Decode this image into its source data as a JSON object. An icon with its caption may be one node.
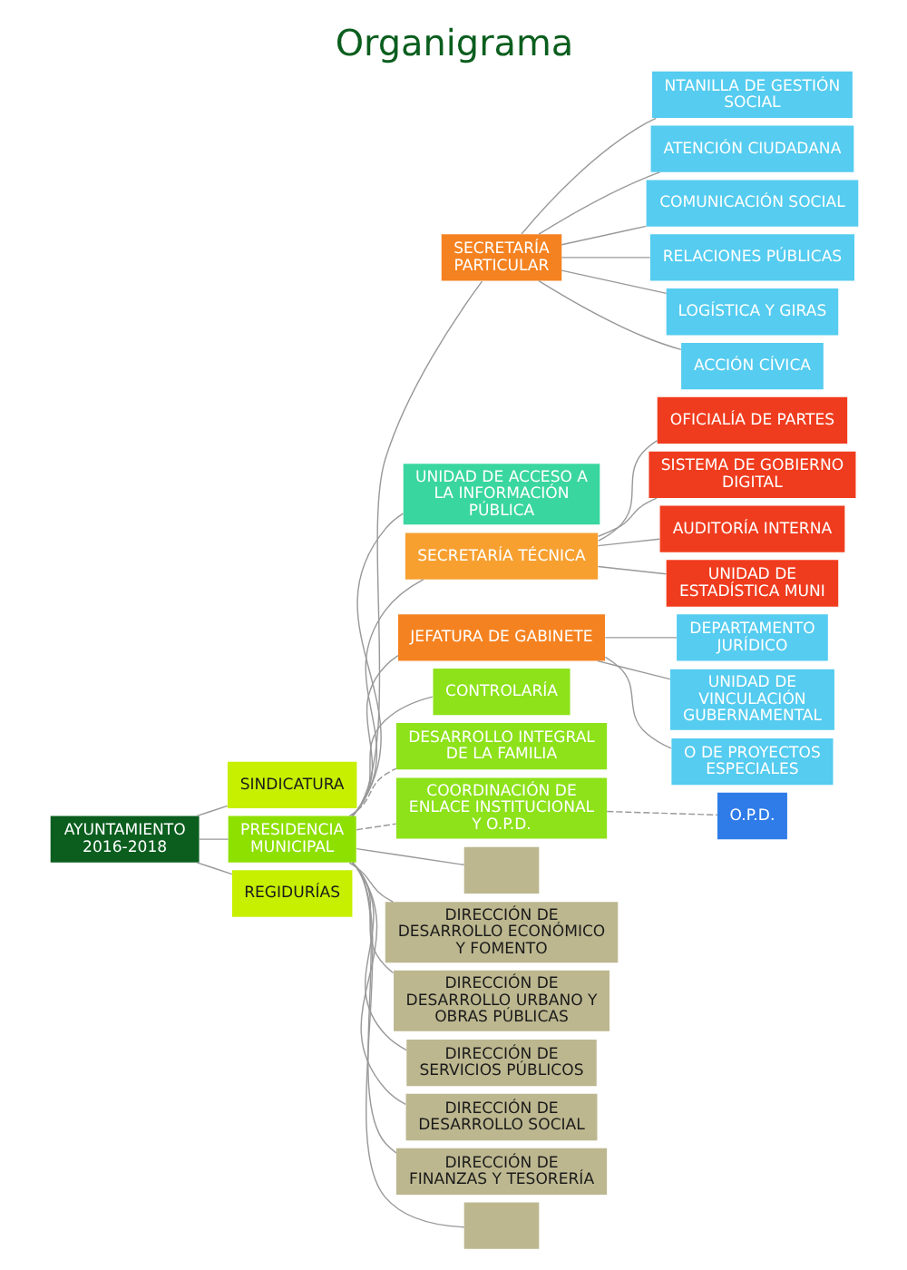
{
  "diagram": {
    "title": "Organigrama",
    "nodes": [
      {
        "text": [
          "AYUNTAMIENTO 2016-2018"
        ]
      },
      {
        "text": [
          "SINDICATURA"
        ]
      },
      {
        "text": [
          "PRESIDENCIA MUNICIPAL"
        ]
      },
      {
        "text": [
          "REGIDURÍAS"
        ]
      },
      {
        "text": [
          "NTANILLA DE GESTIÓN SOCIAL"
        ]
      },
      {
        "text": [
          "ATENCIÓN CIUDADANA"
        ]
      },
      {
        "text": [
          "COMUNICACIÓN SOCIAL"
        ]
      },
      {
        "text": [
          "RELACIONES PÚBLICAS"
        ]
      },
      {
        "text": [
          "LOGÍSTICA Y GIRAS"
        ]
      },
      {
        "text": [
          "ACCIÓN CÍVICA"
        ]
      },
      {
        "text": [
          "SECRETARÍA PARTICULAR"
        ]
      },
      {
        "text": [
          "UNIDAD DE ACCESO A LA INFORMACIÓN PÚBLICA"
        ]
      },
      {
        "text": [
          "SECRETARÍA TÉCNICA"
        ]
      },
      {
        "text": [
          "OFICIALÍA DE PARTES"
        ]
      },
      {
        "text": [
          "SISTEMA DE GOBIERNO DIGITAL"
        ]
      },
      {
        "text": [
          "AUDITORÍA INTERNA"
        ]
      },
      {
        "text": [
          "UNIDAD DE ESTADÍSTICA MUNI"
        ]
      },
      {
        "text": [
          "DEPARTAMENTO JURÍDICO"
        ]
      },
      {
        "text": [
          "UNIDAD DE VINCULACIÓN GUBERNAMENTAL"
        ]
      },
      {
        "text": [
          "O DE PROYECTOS ESPECIALES"
        ]
      },
      {
        "text": [
          "JEFATURA DE GABINETE"
        ]
      },
      {
        "text": [
          "CONTROLARÍA"
        ]
      },
      {
        "text": [
          "DESARROLLO INTEGRAL DE LA FAMILIA"
        ]
      },
      {
        "text": [
          "COORDINACIÓN DE ENLACE INSTITUCIONAL Y O.P.D."
        ]
      },
      {
        "text": [
          "O.P.D."
        ]
      },
      {
        "text": [],
        "shape": "box"
      },
      {
        "text": [
          "DIRECCIÓN DE DESARROLLO ECONÓMICO Y FOMENTO"
        ]
      },
      {
        "text": [
          "DIRECCIÓN DE DESARROLLO URBANO Y OBRAS PÚBLICAS"
        ]
      },
      {
        "text": [
          "DIRECCIÓN DE SERVICIOS PÚBLICOS"
        ]
      },
      {
        "text": [
          "DIRECCIÓN DE DESARROLLO SOCIAL"
        ]
      },
      {
        "text": [
          "DIRECCIÓN DE FINANZAS Y TESORERÍA"
        ]
      },
      {
        "text": [],
        "shape": "box"
      }
    ],
    "edges": [
      {
        "from": 0,
        "to": 1,
        "arrow": "none"
      },
      {
        "from": 0,
        "to": 3,
        "arrow": "none"
      },
      {
        "from": 0,
        "to": 2,
        "arrow": "none"
      },
      {
        "from": 2,
        "to": 11,
        "arrow": "none"
      },
      {
        "from": 2,
        "to": 10,
        "arrow": "none"
      },
      {
        "from": 2,
        "to": 12,
        "arrow": "none"
      },
      {
        "from": 2,
        "to": 20,
        "arrow": "none"
      },
      {
        "from": 2,
        "to": 21,
        "arrow": "none"
      },
      {
        "from": 2,
        "to": 22,
        "arrow": "none",
        "style": "dashed"
      },
      {
        "from": 2,
        "to": 23,
        "arrow": "none",
        "style": "dashed"
      },
      {
        "from": 10,
        "to": 4,
        "arrow": "none"
      },
      {
        "from": 10,
        "to": 5,
        "arrow": "none"
      },
      {
        "from": 10,
        "to": 6,
        "arrow": "none"
      },
      {
        "from": 10,
        "to": 7,
        "arrow": "none"
      },
      {
        "from": 10,
        "to": 8,
        "arrow": "none"
      },
      {
        "from": 10,
        "to": 9,
        "arrow": "none"
      },
      {
        "from": 12,
        "to": 13,
        "arrow": "none"
      },
      {
        "from": 12,
        "to": 14,
        "arrow": "none"
      },
      {
        "from": 12,
        "to": 15,
        "arrow": "none"
      },
      {
        "from": 12,
        "to": 16,
        "arrow": "none"
      },
      {
        "from": 20,
        "to": 17,
        "arrow": "none"
      },
      {
        "from": 20,
        "to": 18,
        "arrow": "none"
      },
      {
        "from": 20,
        "to": 19,
        "arrow": "none"
      },
      {
        "from": 23,
        "to": 24,
        "arrow": "none",
        "style": "dashed"
      },
      {
        "from": 2,
        "to": 25,
        "arrow": "none"
      },
      {
        "from": 2,
        "to": 26,
        "arrow": "none"
      },
      {
        "from": 2,
        "to": 27,
        "arrow": "none"
      },
      {
        "from": 2,
        "to": 28,
        "arrow": "none"
      },
      {
        "from": 2,
        "to": 29,
        "arrow": "none"
      },
      {
        "from": 2,
        "to": 30,
        "arrow": "none"
      },
      {
        "from": 2,
        "to": 31,
        "arrow": "none"
      }
    ]
  }
}
